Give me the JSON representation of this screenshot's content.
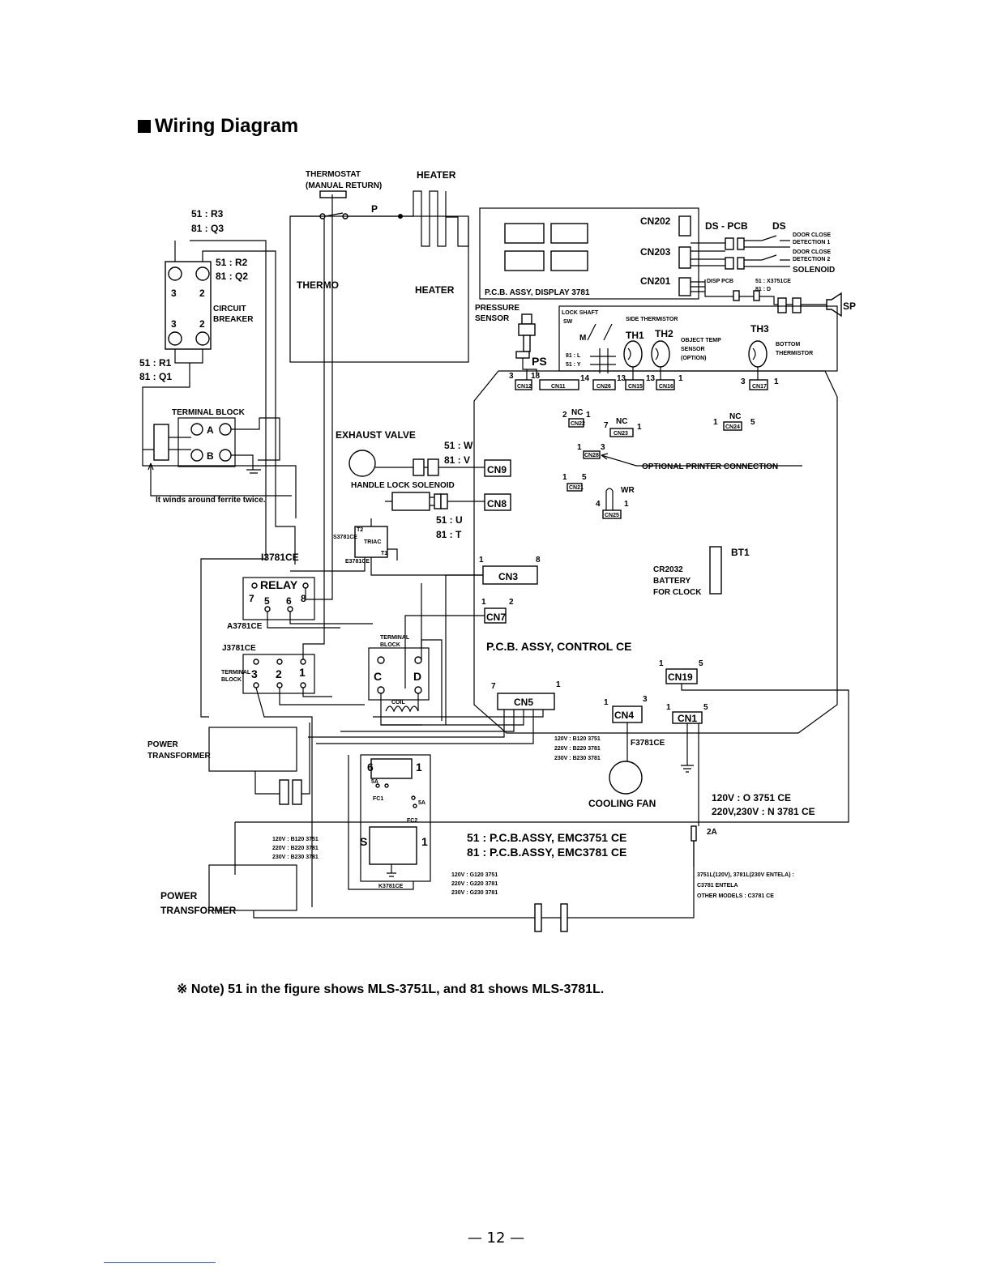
{
  "title": "Wiring Diagram",
  "labels": {
    "thermostat": "THERMOSTAT",
    "manual_return": "(MANUAL RETURN)",
    "heater_top": "HEATER",
    "p": "P",
    "thermo": "THERMO",
    "heater": "HEATER",
    "r3": "51 : R3",
    "q3": "81 : Q3",
    "r2": "51 : R2",
    "q2": "81 : Q2",
    "circuit": "CIRCUIT",
    "breaker": "BREAKER",
    "r1": "51 : R1",
    "q1": "81 : Q1",
    "cb3a": "3",
    "cb2a": "2",
    "cb3b": "3",
    "cb2b": "2",
    "terminal_block": "TERMINAL BLOCK",
    "tb_a": "A",
    "tb_b": "B",
    "ferrite": "It winds around ferrite twice.",
    "cn202": "CN202",
    "cn203": "CN203",
    "cn201": "CN201",
    "display_pcb": "P.C.B. ASSY, DISPLAY 3781",
    "ds_pcb": "DS - PCB",
    "ds": "DS",
    "door1a": "DOOR CLOSE",
    "door1b": "DETECTION 1",
    "door2a": "DOOR CLOSE",
    "door2b": "DETECTION 2",
    "solenoid": "SOLENOID",
    "disp_pcb": "DISP PCB",
    "x3751": "51 : X3751CE",
    "d81": "81 : D",
    "sp": "SP",
    "pressure": "PRESSURE",
    "sensor": "SENSOR",
    "ps": "PS",
    "lock_shaft": "LOCK SHAFT",
    "sw": "SW",
    "m": "M",
    "l81": "81 : L",
    "y51": "51 : Y",
    "side_therm": "SIDE THERMISTOR",
    "th1": "TH1",
    "th2": "TH2",
    "th3": "TH3",
    "object_temp": "OBJECT TEMP",
    "obj_sensor": "SENSOR",
    "option": "(OPTION)",
    "bottom": "BOTTOM",
    "bottom_therm": "THERMISTOR",
    "cn12": "CN12",
    "cn11": "CN11",
    "cn26": "CN26",
    "cn15": "CN15",
    "cn16": "CN16",
    "cn17": "CN17",
    "n3a": "3",
    "n18": "18",
    "n14": "14",
    "n13a": "13",
    "n13b": "13",
    "n1a": "1",
    "n3b": "3",
    "n1b": "1",
    "nc": "NC",
    "cn22": "CN22",
    "cn23": "CN23",
    "cn24": "CN24",
    "cn28": "CN28",
    "cn21": "CN21",
    "cn25": "CN25",
    "n2": "2",
    "n1c": "1",
    "n7": "7",
    "n1d": "1",
    "n1e": "1",
    "n5a": "5",
    "n1f": "1",
    "n3c": "3",
    "n1g": "1",
    "n5b": "5",
    "n4": "4",
    "n1h": "1",
    "wr": "WR",
    "optional_printer": "OPTIONAL PRINTER CONNECTION",
    "exhaust": "EXHAUST VALVE",
    "w51": "51 : W",
    "v81": "81 : V",
    "handle_lock": "HANDLE LOCK SOLENOID",
    "u51": "51 : U",
    "t81": "81 : T",
    "cn9": "CN9",
    "cn8": "CN8",
    "cn3": "CN3",
    "cn7": "CN7",
    "n1i": "1",
    "n8": "8",
    "n1j": "1",
    "n2b": "2",
    "triac": "TRIAC",
    "t2": "T2",
    "t1": "T1",
    "s3781": "S3781CE",
    "e3781": "E3781CE",
    "bt1": "BT1",
    "cr2032": "CR2032",
    "battery": "BATTERY",
    "for_clock": "FOR CLOCK",
    "i3781": "I3781CE",
    "relay": "RELAY",
    "r7": "7",
    "r5": "5",
    "r6": "6",
    "r8": "8",
    "a3781": "A3781CE",
    "j3781": "J3781CE",
    "tb2a": "TERMINAL",
    "tb2b": "BLOCK",
    "tb3a": "TERMINAL",
    "tb3b": "BLOCK",
    "t3": "3",
    "t2n": "2",
    "t1n": "1",
    "tc": "C",
    "td": "D",
    "coil": "COIL",
    "control_pcb": "P.C.B. ASSY, CONTROL CE",
    "cn19": "CN19",
    "cn5": "CN5",
    "cn4": "CN4",
    "cn1": "CN1",
    "n1k": "1",
    "n5c": "5",
    "n7b": "7",
    "n1l": "1",
    "n1m": "1",
    "n3d": "3",
    "n1n": "1",
    "n5d": "5",
    "power_tr1a": "POWER",
    "power_tr1b": "TRANSFORMER",
    "v120b": "120V : B120 3751",
    "v220b": "220V : B220 3781",
    "v230b": "230V : B230 3781",
    "f3781": "F3781CE",
    "fc_6": "6",
    "fc_1": "1",
    "fc1a": "5A",
    "fc1": "FC1",
    "fc2a": "5A",
    "fc2": "FC2",
    "fc_s": "S",
    "fc_1b": "1",
    "cooling_fan": "COOLING FAN",
    "o3751": "120V : O 3751 CE",
    "n3781": "220V,230V : N 3781 CE",
    "fuse2a": "2A",
    "emc51": "51 : P.C.B.ASSY, EMC3751 CE",
    "emc81": "81 : P.C.B.ASSY, EMC3781 CE",
    "v120b2": "120V : B120 3751",
    "v220b2": "220V : B220 3781",
    "v230b2": "230V : B230 3781",
    "k3781": "K3781CE",
    "v120g": "120V : G120 3751",
    "v220g": "220V : G220 3781",
    "v230g": "230V : G230 3781",
    "c3751a": "3751L(120V), 3781L(230V ENTELA) :",
    "c3781b": "C3781 ENTELA",
    "c3781c": "OTHER MODELS : C3781 CE",
    "power_tr2a": "POWER",
    "power_tr2b": "TRANSFORMER"
  },
  "note": "※ Note) 51 in the figure shows MLS-3751L, and 81 shows MLS-3781L.",
  "page_number": "— 12 —"
}
